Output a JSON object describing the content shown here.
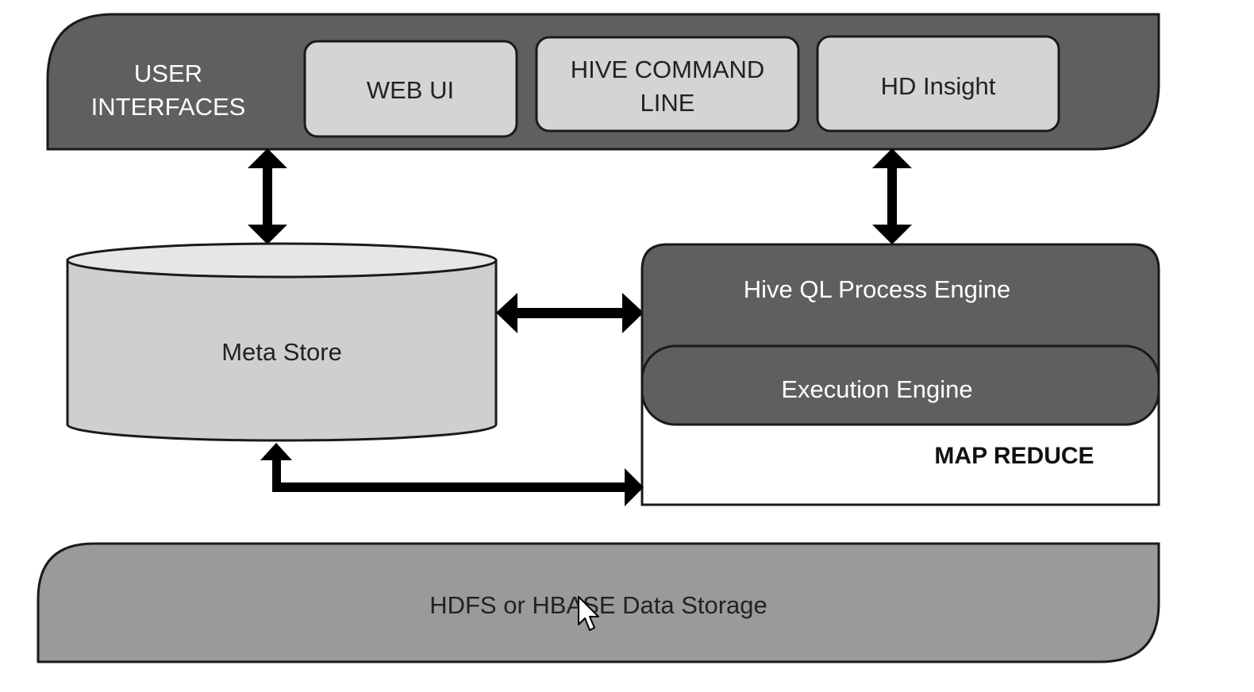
{
  "user_interfaces": {
    "title_line1": "USER",
    "title_line2": "INTERFACES",
    "web_ui": "WEB UI",
    "hive_command_line_1": "HIVE COMMAND",
    "hive_command_line_2": "LINE",
    "hd_insight": "HD Insight"
  },
  "meta_store": {
    "label": "Meta Store"
  },
  "hive_ql_engine": {
    "label": "Hive QL Process Engine"
  },
  "execution_engine": {
    "label": "Execution Engine"
  },
  "map_reduce": {
    "label": "MAP REDUCE"
  },
  "storage": {
    "label": "HDFS or HBASE Data Storage"
  },
  "colors": {
    "dark_panel": "#5f5f5f",
    "light_box": "#d4d4d4",
    "cylinder": "#cfcfcf",
    "cylinder_top": "#e6e6e6",
    "storage": "#9a9a9a",
    "outline": "#1a1a1a"
  }
}
